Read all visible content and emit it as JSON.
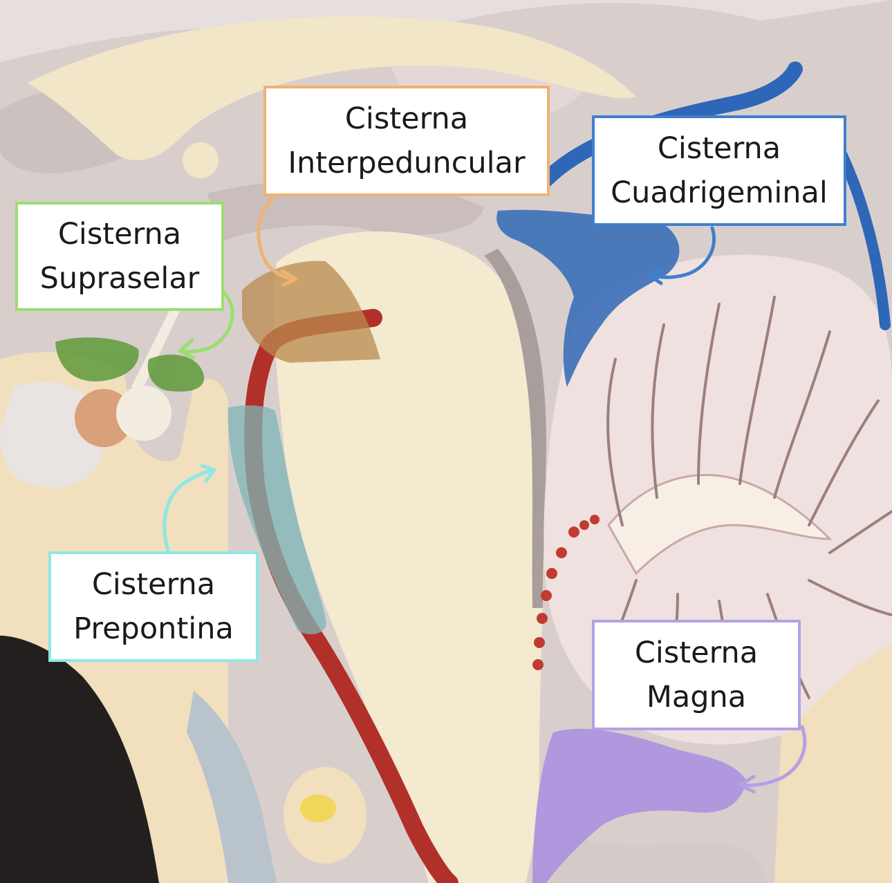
{
  "colors": {
    "supraselar": "#9bde6e",
    "interpeduncular": "#efb270",
    "cuadrigeminal": "#3f7fcc",
    "prepontina": "#8ce8e6",
    "magna": "#b5a0e6",
    "region_supraselar": "#5f9a3a",
    "region_interpeduncular": "#b98a4e",
    "region_cuadrigeminal": "#3b6fb8",
    "region_prepontina": "#7fb6b6",
    "region_magna": "#a88ee0",
    "artery": "#b2302a",
    "vein": "#2e66b8",
    "brainstem": "#f3ead0",
    "cerebellum": "#efe1e0",
    "bone": "#f1dfbd",
    "gray_matter": "#d8cfcd",
    "background_dark": "#241f1f"
  },
  "labels": {
    "supraselar": {
      "line1": "Cisterna",
      "line2": "Supraselar"
    },
    "interpeduncular": {
      "line1": "Cisterna",
      "line2": "Interpeduncular"
    },
    "cuadrigeminal": {
      "line1": "Cisterna",
      "line2": "Cuadrigeminal"
    },
    "prepontina": {
      "line1": "Cisterna",
      "line2": "Prepontina"
    },
    "magna": {
      "line1": "Cisterna",
      "line2": "Magna"
    }
  }
}
